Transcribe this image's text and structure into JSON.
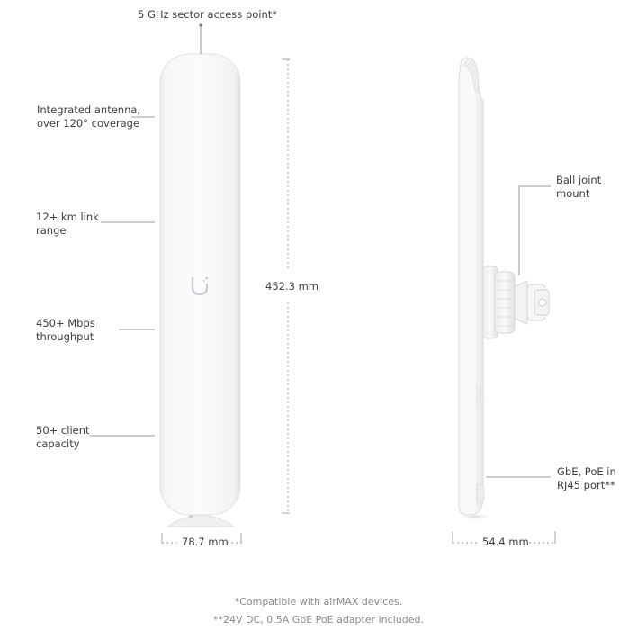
{
  "labels": {
    "top": "5 GHz sector access point*",
    "antenna": [
      "Integrated antenna,",
      "over 120° coverage"
    ],
    "range": [
      "12+ km link",
      "range"
    ],
    "throughput": [
      "450+ Mbps",
      "throughput"
    ],
    "capacity": [
      "50+ client",
      "capacity"
    ],
    "ball_joint": [
      "Ball joint",
      "mount"
    ],
    "port": [
      "GbE, PoE in",
      "RJ45 port**"
    ]
  },
  "dimensions": {
    "height": "452.3 mm",
    "width": "78.7 mm",
    "depth": "54.4 mm"
  },
  "footnotes": [
    "*Compatible with airMAX devices.",
    "**24V DC, 0.5A GbE PoE adapter included."
  ],
  "colors": {
    "device_body": "#f4f4f4",
    "device_edge": "#dcdcdc",
    "leader_line": "#7a7a7a",
    "dim_line": "#9a9a9a",
    "logo": "#c9cfd8"
  },
  "icons": {
    "brand_logo": "ubiquiti-u-logo-icon"
  }
}
